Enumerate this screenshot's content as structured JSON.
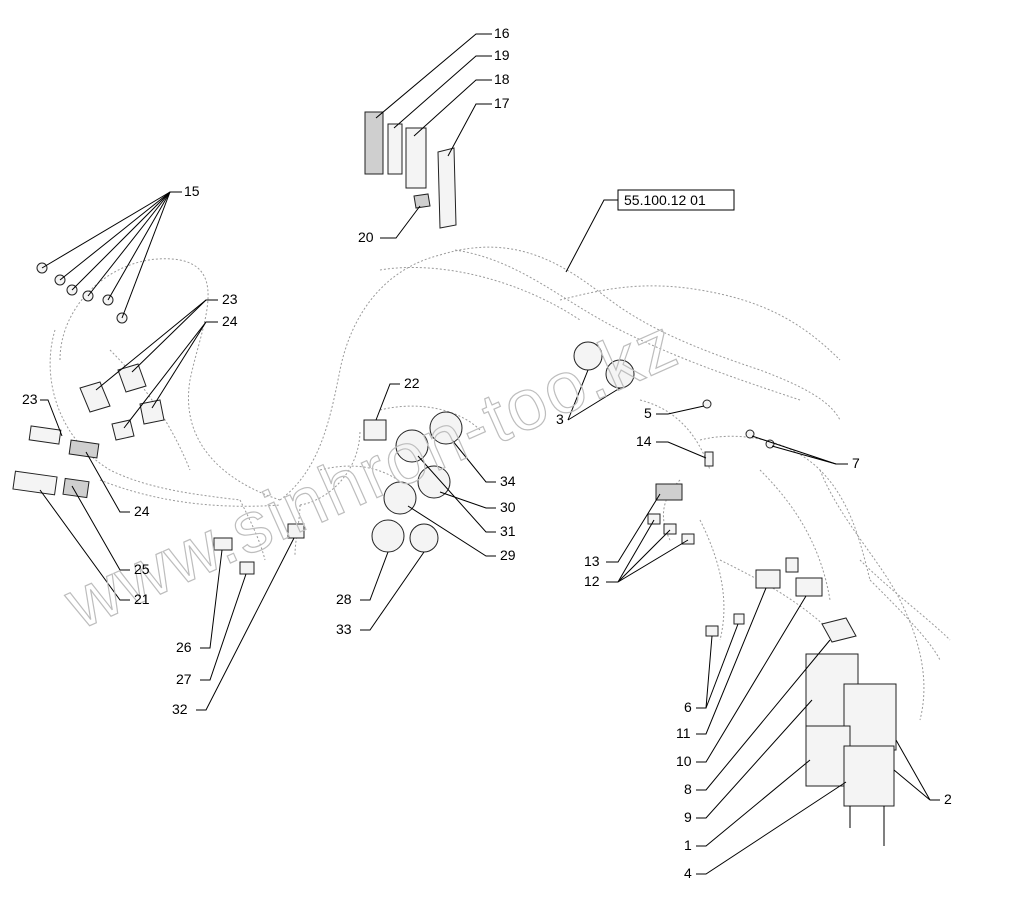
{
  "reference_code": "55.100.12 01",
  "watermark": "www.sinhron-too.kz",
  "callouts": {
    "c1": "1",
    "c2": "2",
    "c3": "3",
    "c4": "4",
    "c5": "5",
    "c6": "6",
    "c7": "7",
    "c8": "8",
    "c9": "9",
    "c10": "10",
    "c11": "11",
    "c12": "12",
    "c13": "13",
    "c14": "14",
    "c15": "15",
    "c16": "16",
    "c17": "17",
    "c18": "18",
    "c19": "19",
    "c20": "20",
    "c21": "21",
    "c22": "22",
    "c23a": "23",
    "c23b": "23",
    "c24a": "24",
    "c24b": "24",
    "c25": "25",
    "c26": "26",
    "c27": "27",
    "c28": "28",
    "c29": "29",
    "c30": "30",
    "c31": "31",
    "c32": "32",
    "c33": "33",
    "c34": "34"
  }
}
